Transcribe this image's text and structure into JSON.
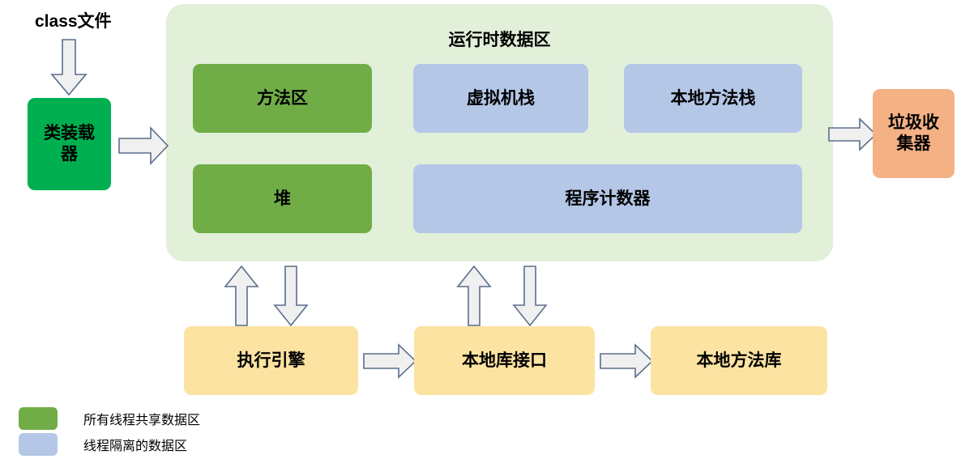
{
  "diagram": {
    "title_label": "class文件",
    "class_loader": "类装载\n器",
    "runtime_area": {
      "title": "运行时数据区",
      "boxes": [
        {
          "label": "方法区",
          "kind": "shared"
        },
        {
          "label": "虚拟机栈",
          "kind": "isolated"
        },
        {
          "label": "本地方法栈",
          "kind": "isolated"
        },
        {
          "label": "堆",
          "kind": "shared"
        },
        {
          "label": "程序计数器",
          "kind": "isolated"
        }
      ]
    },
    "garbage_collector": "垃圾收\n集器",
    "bottom_row": [
      {
        "label": "执行引擎"
      },
      {
        "label": "本地库接口"
      },
      {
        "label": "本地方法库"
      }
    ],
    "legend": [
      {
        "label": "所有线程共享数据区",
        "color": "#70ad47"
      },
      {
        "label": "线程隔离的数据区",
        "color": "#b4c7e7"
      }
    ],
    "colors": {
      "class_loader": "#00b050",
      "shared": "#70ad47",
      "isolated": "#b4c7e7",
      "region_bg": "#e2efd9",
      "engine": "#fce3a1",
      "gc": "#f4b183",
      "arrow_fill": "#f0f0f0",
      "arrow_stroke": "#5b6e8c"
    }
  }
}
